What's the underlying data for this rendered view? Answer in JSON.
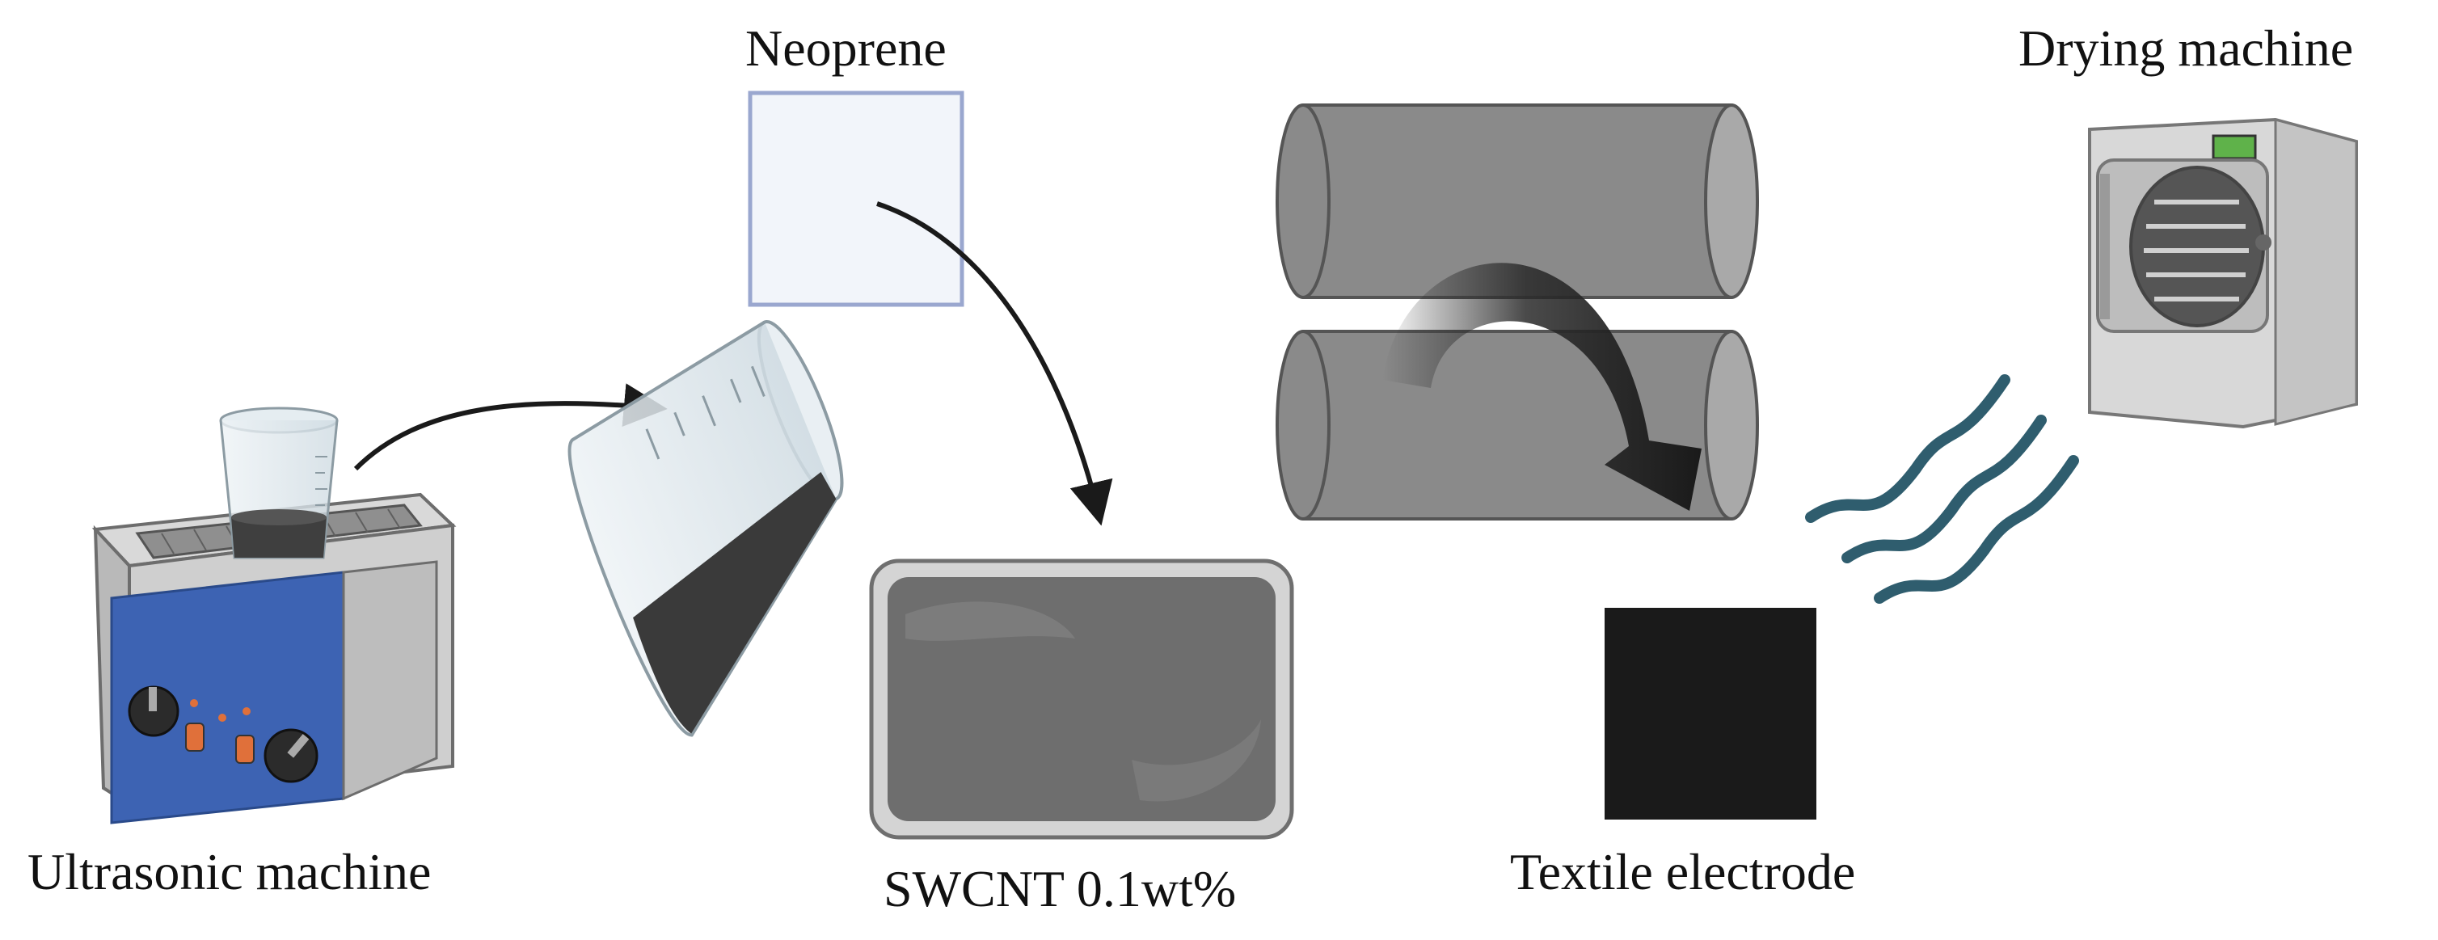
{
  "labels": {
    "ultrasonic": "Ultrasonic machine",
    "neoprene": "Neoprene",
    "swcnt": "SWCNT 0.1wt%",
    "textile": "Textile electrode",
    "drying": "Drying machine"
  },
  "colors": {
    "roller_body": "#8a8a8a",
    "roller_end": "#a9a9a9",
    "tray_frame": "#d4d4d4",
    "tray_liquid": "#6e6e6e",
    "electrode": "#1a1a1a",
    "steam": "#2f5d6e",
    "ultrasonic_panel": "#3d63b3",
    "neoprene_fill": "#f2f5fa",
    "neoprene_border": "#9aa7cf",
    "arrow": "#1a1a1a"
  }
}
